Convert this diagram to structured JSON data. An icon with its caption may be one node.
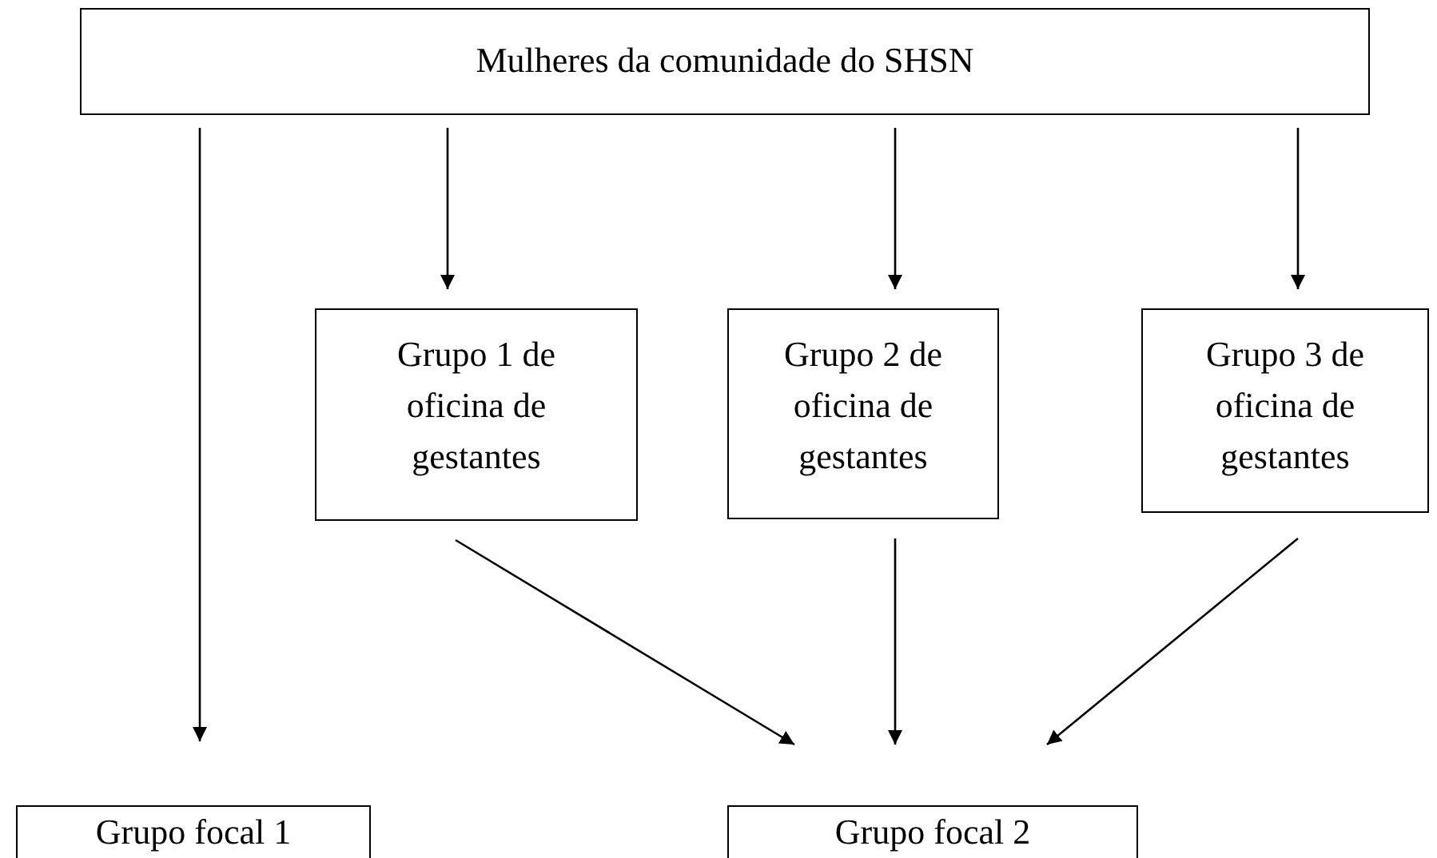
{
  "diagram": {
    "nodes": [
      {
        "text": [
          "Mulheres da comunidade do SHSN"
        ]
      },
      {
        "text": [
          "Grupo 1 de oficina de gestantes"
        ]
      },
      {
        "text": [
          "Grupo 2 de oficina de gestantes"
        ]
      },
      {
        "text": [
          "Grupo 3 de oficina de gestantes"
        ]
      },
      {
        "text": [
          "Grupo focal 1"
        ]
      },
      {
        "text": [
          "Grupo focal 2"
        ]
      }
    ],
    "edges": [
      {
        "from": 0,
        "to": 4,
        "arrow": "to"
      },
      {
        "from": 0,
        "to": 1,
        "arrow": "to"
      },
      {
        "from": 0,
        "to": 2,
        "arrow": "to"
      },
      {
        "from": 0,
        "to": 3,
        "arrow": "to"
      },
      {
        "from": 1,
        "to": 5,
        "arrow": "to"
      },
      {
        "from": 2,
        "to": 5,
        "arrow": "to"
      },
      {
        "from": 3,
        "to": 5,
        "arrow": "to"
      }
    ]
  }
}
